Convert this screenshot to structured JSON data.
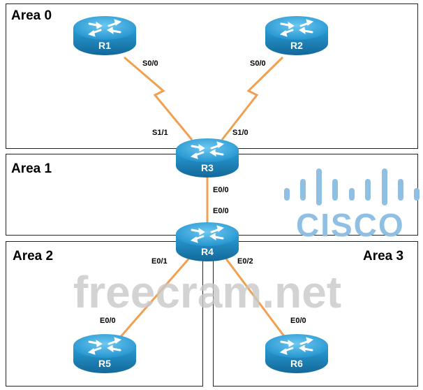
{
  "areas": [
    {
      "label": "Area 0"
    },
    {
      "label": "Area 1"
    },
    {
      "label": "Area 2"
    },
    {
      "label": "Area 3"
    }
  ],
  "routers": [
    "R1",
    "R2",
    "R3",
    "R4",
    "R5",
    "R6"
  ],
  "interfaces": {
    "r1_s00": "S0/0",
    "r2_s00": "S0/0",
    "r3_s11": "S1/1",
    "r3_s10": "S1/0",
    "r3_e00": "E0/0",
    "r4_e00": "E0/0",
    "r4_e01": "E0/1",
    "r4_e02": "E0/2",
    "r5_e00": "E0/0",
    "r6_e00": "E0/0"
  },
  "links": [
    {
      "from": "R1",
      "to": "R3",
      "type": "serial"
    },
    {
      "from": "R2",
      "to": "R3",
      "type": "serial"
    },
    {
      "from": "R3",
      "to": "R4",
      "type": "ethernet"
    },
    {
      "from": "R4",
      "to": "R5",
      "type": "ethernet"
    },
    {
      "from": "R4",
      "to": "R6",
      "type": "ethernet"
    }
  ],
  "colors": {
    "link": "#f0a050",
    "router": "#1f8fc8",
    "router_top": "#3fb0e6",
    "cisco_logo": "#8fc0e3",
    "watermark": "#c8c8c8"
  },
  "watermark": "freecram.net",
  "logo": "CISCO"
}
